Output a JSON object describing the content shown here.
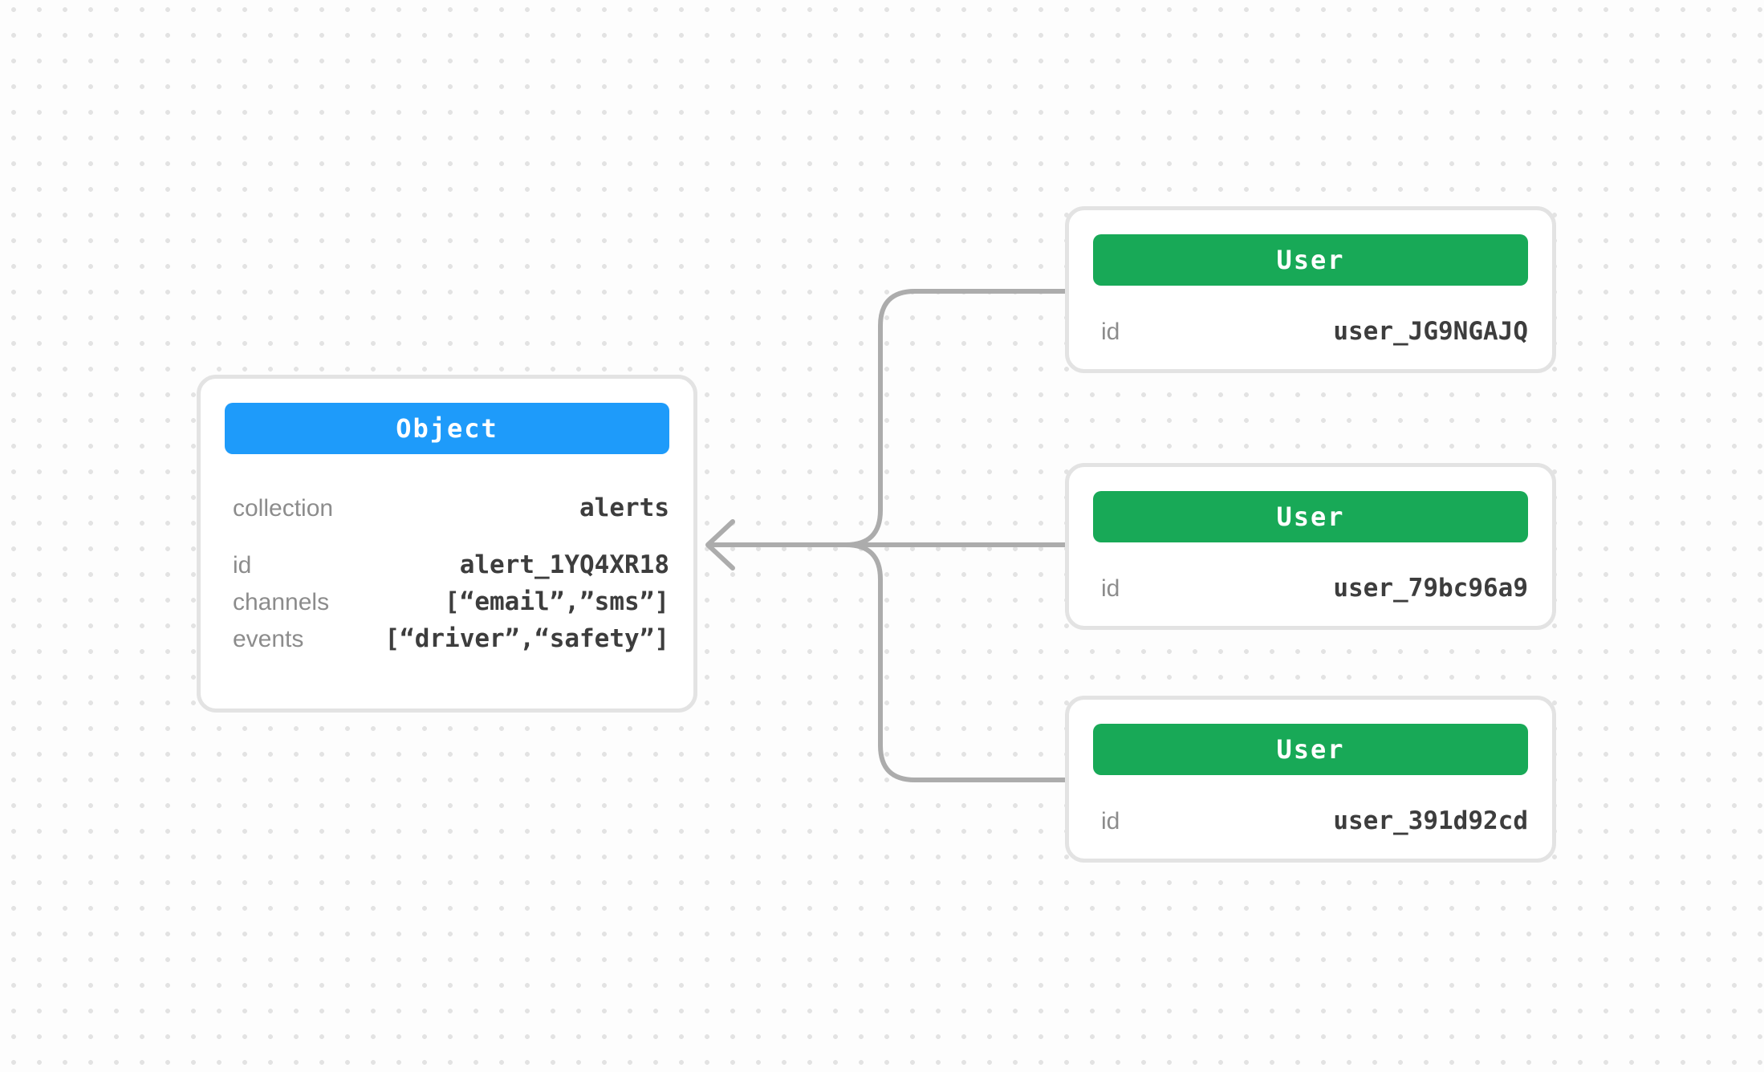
{
  "diagram": {
    "canvas": {
      "background": "#FDFDFD",
      "dot_color": "#E3E3E3"
    },
    "connector_color": "#ACACAC",
    "object_card": {
      "header_label": "Object",
      "header_color": "#1E9BFA",
      "rows": [
        {
          "label": "collection",
          "value": "alerts"
        },
        {
          "label": "id",
          "value": "alert_1YQ4XR18"
        },
        {
          "label": "channels",
          "value": "[“email”,”sms”]"
        },
        {
          "label": "events",
          "value": "[“driver”,“safety”]"
        }
      ]
    },
    "user_cards": [
      {
        "header_label": "User",
        "header_color": "#18A957",
        "rows": [
          {
            "label": "id",
            "value": "user_JG9NGAJQ"
          }
        ]
      },
      {
        "header_label": "User",
        "header_color": "#18A957",
        "rows": [
          {
            "label": "id",
            "value": "user_79bc96a9"
          }
        ]
      },
      {
        "header_label": "User",
        "header_color": "#18A957",
        "rows": [
          {
            "label": "id",
            "value": "user_391d92cd"
          }
        ]
      }
    ]
  }
}
